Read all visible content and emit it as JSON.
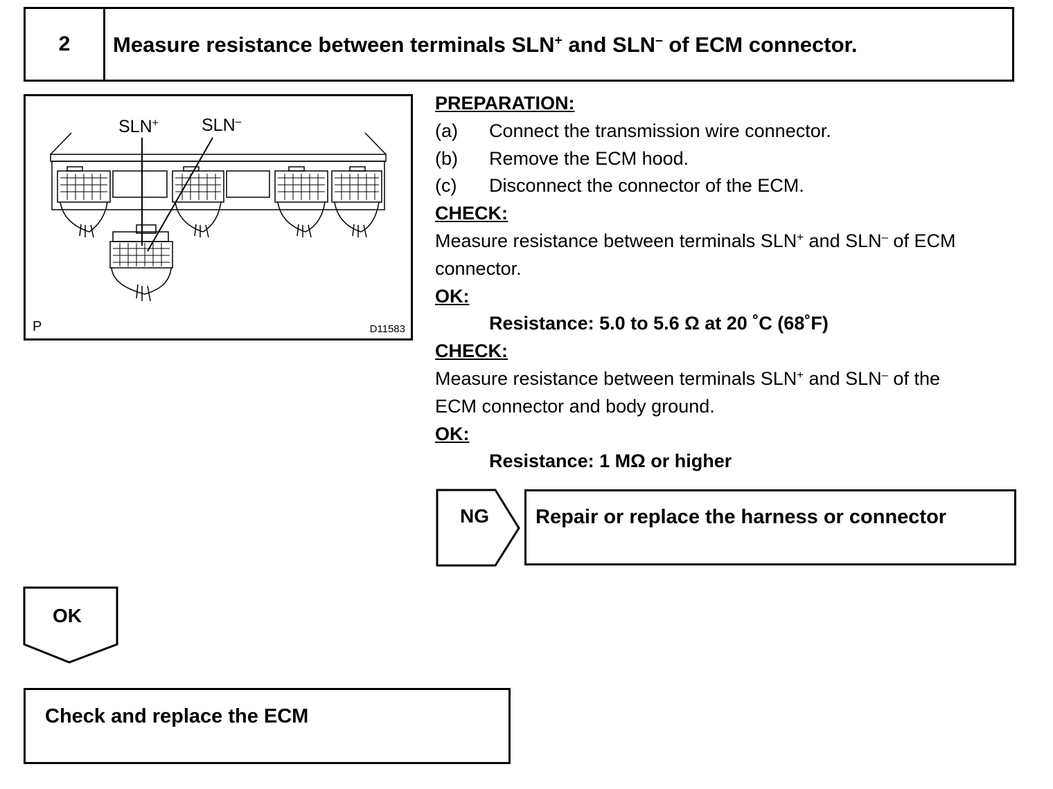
{
  "step": {
    "number": "2",
    "title_prefix": "Measure resistance between terminals SLN",
    "title_sup1": "+",
    "title_mid": " and SLN",
    "title_sup2": "–",
    "title_suffix": " of ECM connector."
  },
  "figure": {
    "label_sln_plus": "SLN",
    "label_sln_plus_sup": "+",
    "label_sln_minus": "SLN",
    "label_sln_minus_sup": "–",
    "corner_letter": "P",
    "figure_code": "D11583"
  },
  "instructions": {
    "preparation_heading": "PREPARATION:",
    "steps": [
      {
        "letter": "(a)",
        "text": "Connect the transmission wire connector."
      },
      {
        "letter": "(b)",
        "text": "Remove the ECM hood."
      },
      {
        "letter": "(c)",
        "text": "Disconnect the connector of the ECM."
      }
    ],
    "check1_heading": "CHECK:",
    "check1_line1_a": "Measure resistance between terminals SLN",
    "check1_line1_sup1": "+",
    "check1_line1_b": " and SLN",
    "check1_line1_sup2": "–",
    "check1_line1_c": " of ECM",
    "check1_line2": "connector.",
    "ok1_heading": "OK:",
    "ok1_spec": "Resistance: 5.0 to 5.6 Ω at 20 ˚C (68˚F)",
    "check2_heading": "CHECK:",
    "check2_line1_a": "Measure resistance between terminals SLN",
    "check2_line1_sup1": "+",
    "check2_line1_b": " and SLN",
    "check2_line1_sup2": "–",
    "check2_line1_c": " of the",
    "check2_line2": "ECM connector and body ground.",
    "ok2_heading": "OK:",
    "ok2_spec": "Resistance: 1 MΩ or higher"
  },
  "ng_branch": {
    "label": "NG",
    "result": "Repair or replace the harness or connector"
  },
  "ok_branch": {
    "label": "OK",
    "result": "Check and replace the ECM"
  }
}
